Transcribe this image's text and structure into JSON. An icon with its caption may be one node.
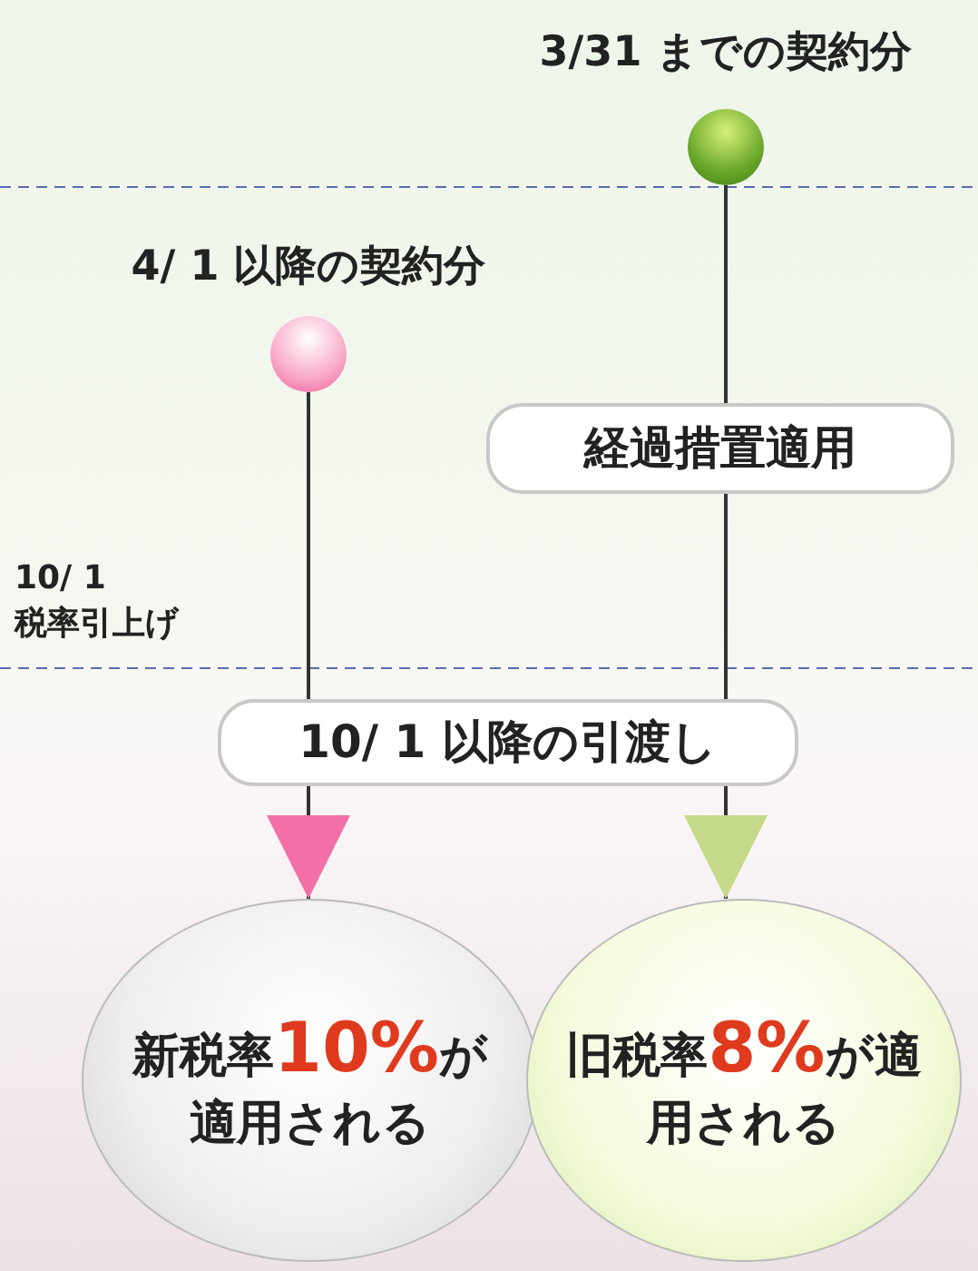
{
  "diagram": {
    "nodes": [
      {
        "text": [
          "3/31 までの契約分"
        ]
      },
      {
        "text": [
          "4/ 1 以降の契約分"
        ]
      },
      {
        "text": [
          "経過措置適用"
        ]
      },
      {
        "text": [
          "10/ 1 以降の引渡し"
        ]
      },
      {
        "text": [
          "新税率**10%**が適用される"
        ]
      },
      {
        "text": [
          "旧税率**8%**が適用される"
        ]
      }
    ],
    "edges": [
      {
        "from": 1,
        "to": 3,
        "arrow": "none"
      },
      {
        "from": 3,
        "to": 4,
        "arrow": "to"
      },
      {
        "from": 0,
        "to": 2,
        "arrow": "none"
      },
      {
        "from": 2,
        "to": 3,
        "arrow": "none"
      },
      {
        "from": 3,
        "to": 5,
        "arrow": "to"
      }
    ],
    "labels": [
      "10/ 1",
      "税率引上げ"
    ]
  }
}
